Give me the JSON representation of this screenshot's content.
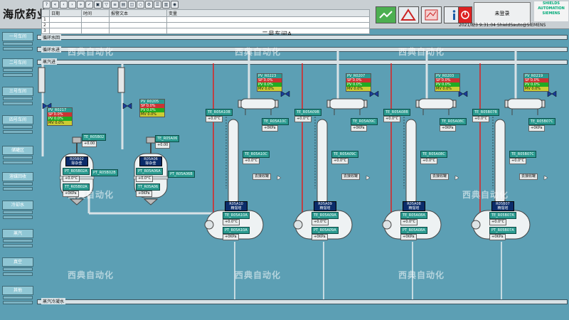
{
  "header": {
    "company": "海欣药业",
    "alarm_columns": [
      "日期",
      "时间",
      "报警文本",
      "变量"
    ],
    "alarm_rows": [
      "1",
      "2",
      "3"
    ],
    "panel_label": "未登录",
    "logo_text": "SHIELDS AUTOMATION SIEMENS",
    "datetime": "2021/8/3 9:31:04   ShieldSauto@SIEMENS"
  },
  "area_title": "二号车间A",
  "sidebar": {
    "items": [
      "一号车间",
      "二号车间",
      "三号车间",
      "四号车间",
      "储罐区",
      "溶媒回收",
      "冷却水",
      "蒸汽",
      "真空",
      "其他"
    ]
  },
  "pipes": {
    "circ_return": "循环水回",
    "circ_supply": "循环水进",
    "steam_in": "蒸汽进",
    "condensate_out": "蒸汽冷凝水"
  },
  "reactors": [
    {
      "id": "R05B02",
      "name": "除杂釜",
      "pv": "PV_R0217",
      "te": "TE_R05B02",
      "pt": "PT_R05B02B",
      "tt": "TT_R05B02A",
      "pt2": "PT_R05B02A",
      "val1": "+0.00",
      "val2": "+0.0°C",
      "val3": "+0KPa"
    },
    {
      "id": "R05A06",
      "name": "除杂釜",
      "pv": "PV_R0205",
      "te": "TE_R05A06",
      "pt": "PT_R05A06B",
      "tt": "TT_R05A06",
      "pt2": "PT_R05A06A",
      "val1": "+0.00",
      "val2": "+0.0°C",
      "val3": "+0KPa"
    }
  ],
  "columns": [
    {
      "id": "R05A10",
      "name": "精馏塔",
      "pv": "PV_R0223",
      "te": "TE_R05A10B",
      "tc": "TE_R05A10C",
      "ta": "TE_R05A10A",
      "pa": "PT_R05A10A",
      "dest": "去接收罐",
      "v1": "+0.0°C",
      "v2": "+0KPa"
    },
    {
      "id": "R05A09",
      "name": "精馏塔",
      "pv": "PV_R0207",
      "te": "TE_R05A09B",
      "tc": "TE_R05A09C",
      "ta": "TE_R05A09A",
      "pa": "PT_R05A09A",
      "dest": "去接收罐",
      "v1": "+0.0°C",
      "v2": "+0KPa"
    },
    {
      "id": "R05A08",
      "name": "精馏塔",
      "pv": "PV_R0203",
      "te": "TE_R05A08B",
      "tc": "TE_R05A08C",
      "ta": "TE_R05A08A",
      "pa": "PT_R05A08A",
      "dest": "去接收罐",
      "v1": "+0.0°C",
      "v2": "+0KPa"
    },
    {
      "id": "R05B07",
      "name": "精馏塔",
      "pv": "PV_R0219",
      "te": "TE_R05B07B",
      "tc": "TE_R05B07C",
      "ta": "TE_R05B07A",
      "pa": "PT_R05B07A",
      "dest": "去接收罐",
      "v1": "+0.0°C",
      "v2": "+0KPa"
    }
  ],
  "pv_rows": [
    "SP",
    "PV",
    "MV"
  ],
  "pv_values": [
    "0.0%",
    "0.0%",
    "0.0%"
  ],
  "watermark": "西典自动化",
  "colors": {
    "background": "#5c9fb4",
    "tag": "#2a9a8f",
    "equip": "#0b2c6a",
    "pipe_red": "#d22"
  }
}
